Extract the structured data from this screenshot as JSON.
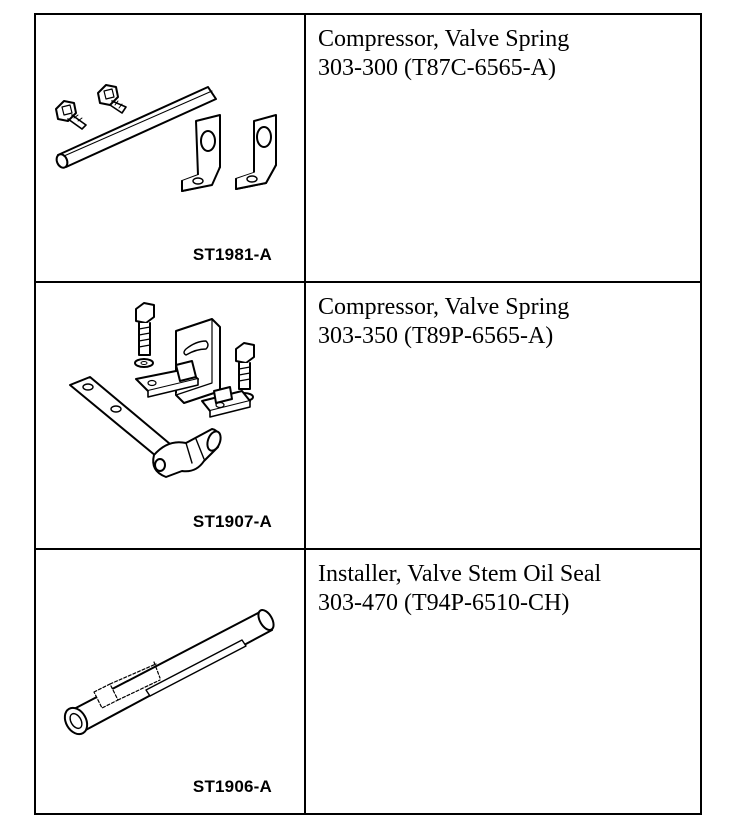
{
  "tools": [
    {
      "name": "Compressor, Valve Spring",
      "number": "303-300 (T87C-6565-A)",
      "figure_label": "ST1981-A",
      "figure_icon": "valve-spring-compressor-kit-icon"
    },
    {
      "name": "Compressor, Valve Spring",
      "number": "303-350 (T89P-6565-A)",
      "figure_label": "ST1907-A",
      "figure_icon": "valve-spring-compressor-lever-icon"
    },
    {
      "name": "Installer, Valve Stem Oil Seal",
      "number": "303-470 (T94P-6510-CH)",
      "figure_label": "ST1906-A",
      "figure_icon": "oil-seal-installer-icon"
    }
  ]
}
